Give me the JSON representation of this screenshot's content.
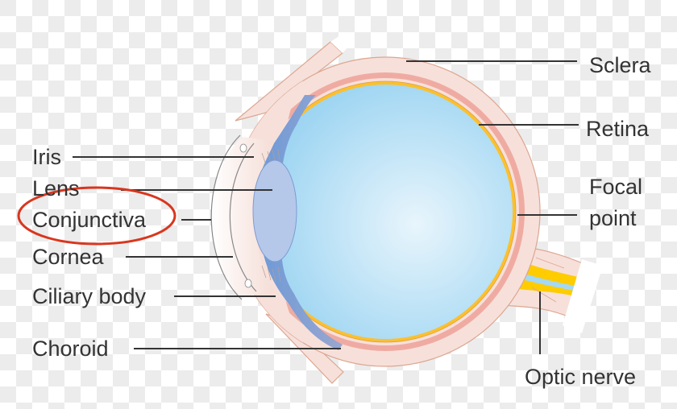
{
  "diagram": {
    "subject": "Human eye cross-section",
    "highlighted_label": "Conjunctiva",
    "colors": {
      "sclera": "#f7e0da",
      "sclera_stroke": "#dca690",
      "choroid": "#efaba2",
      "retina": "#fbc02d",
      "vitreous": "#a5d8f3",
      "lens": "#b5c8ea",
      "iris": "#6e9bd6",
      "optic_nerve": "#ffcc00",
      "highlight_ellipse": "#d9361e",
      "leader_line": "#333333"
    },
    "labels_left": [
      {
        "text": "Iris"
      },
      {
        "text": "Lens"
      },
      {
        "text": "Conjunctiva"
      },
      {
        "text": "Cornea"
      },
      {
        "text": "Ciliary body"
      },
      {
        "text": "Choroid"
      }
    ],
    "labels_right": [
      {
        "text": "Sclera"
      },
      {
        "text": "Retina"
      },
      {
        "text": "Focal"
      },
      {
        "text": "point"
      },
      {
        "text": "Optic nerve"
      }
    ]
  }
}
